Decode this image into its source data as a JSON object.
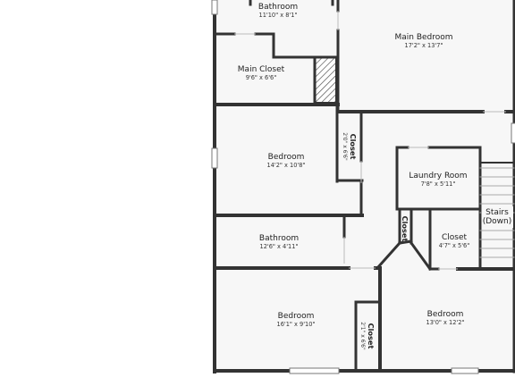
{
  "rooms": {
    "bathroom_top": {
      "name": "Bathroom",
      "dims": "11'10\" x 8'1\""
    },
    "main_bedroom": {
      "name": "Main Bedroom",
      "dims": "17'2\" x 13'7\""
    },
    "main_closet": {
      "name": "Main Closet",
      "dims": "9'6\" x 6'6\""
    },
    "closet_small": {
      "name": "Closet",
      "dims": "2'0\" x 6'6\""
    },
    "bedroom_middle": {
      "name": "Bedroom",
      "dims": "14'2\" x 10'8\""
    },
    "laundry_room": {
      "name": "Laundry Room",
      "dims": "7'8\" x 5'11\""
    },
    "stairs": {
      "line1": "Stairs",
      "line2": "(Down)"
    },
    "closet_diag": {
      "name": "Closet"
    },
    "closet_right": {
      "name": "Closet",
      "dims": "4'7\" x 5'6\""
    },
    "bathroom_middle": {
      "name": "Bathroom",
      "dims": "12'6\" x 4'11\""
    },
    "bedroom_lower_left": {
      "name": "Bedroom",
      "dims": "16'1\" x 9'10\""
    },
    "closet_lower": {
      "name": "Closet",
      "dims": "2'1\" x 6'6\""
    },
    "bedroom_lower_right": {
      "name": "Bedroom",
      "dims": "13'0\" x 12'2\""
    }
  },
  "colors": {
    "wall": "#333333",
    "floor": "#f7f7f7",
    "background": "#ffffff"
  }
}
